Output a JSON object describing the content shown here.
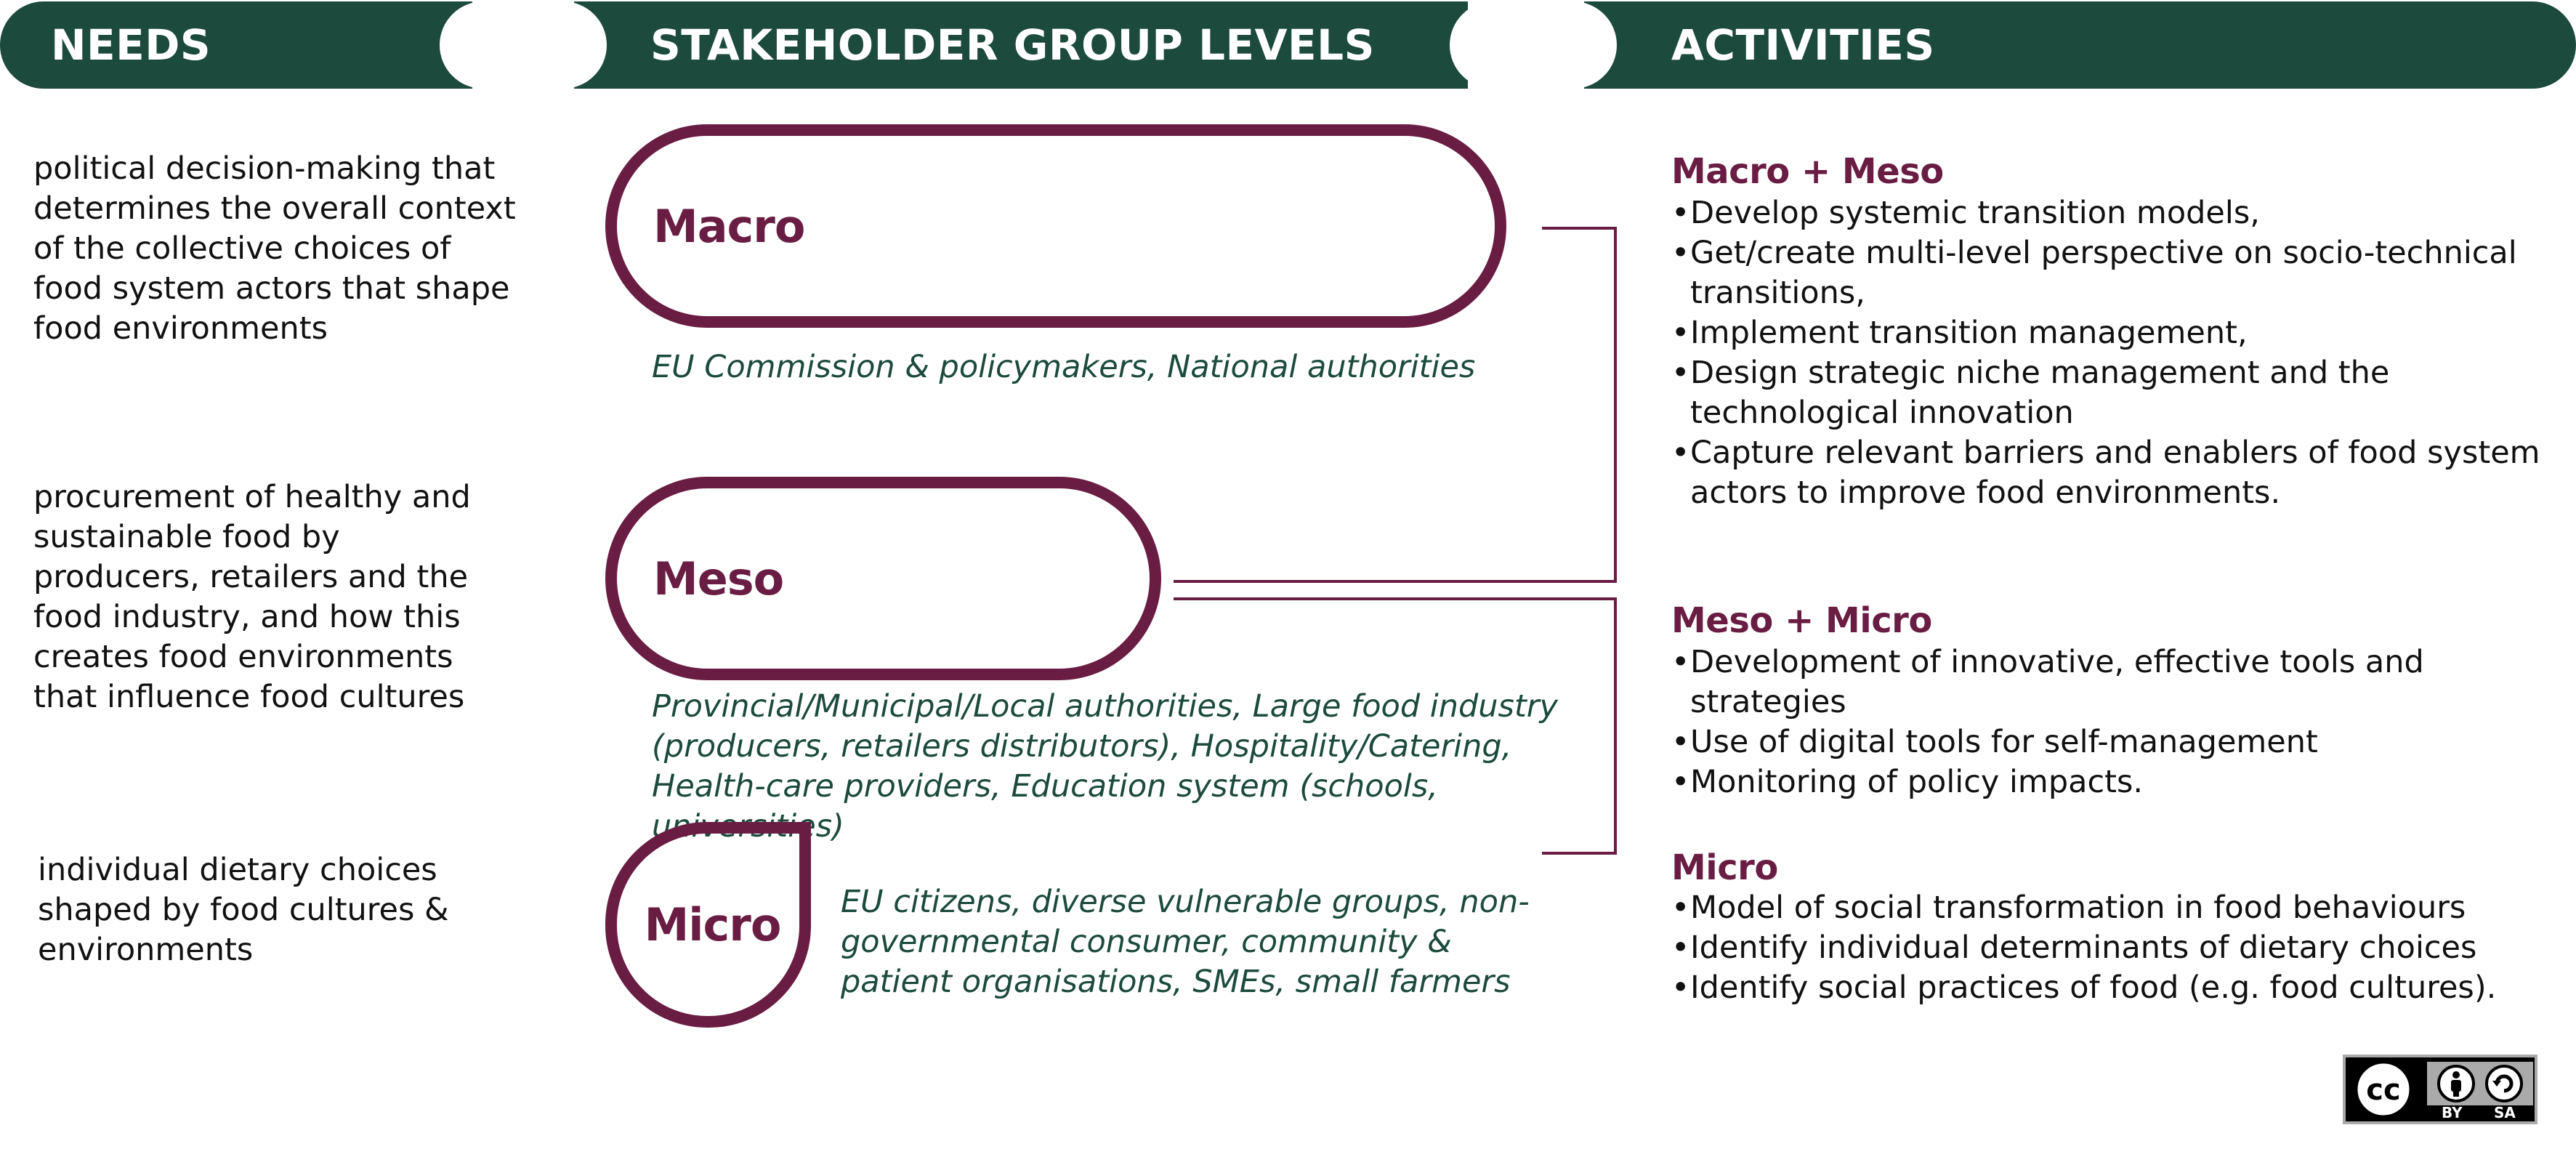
{
  "header": {
    "needs_title": "NEEDS",
    "levels_title": "STAKEHOLDER GROUP LEVELS",
    "activities_title": "ACTIVITIES"
  },
  "needs": [
    "political decision-making that determines the overall context of the collective choices of food system actors that shape food environments",
    "procurement of healthy and sustainable food by producers, retailers and the food industry, and how this creates food environments that influence food cultures",
    "individual dietary choices shaped by food cultures & environments"
  ],
  "levels": {
    "macro": {
      "label": "Macro",
      "stakeholders": "EU Commission & policymakers, National authorities"
    },
    "meso": {
      "label": "Meso",
      "stakeholders": "Provincial/Municipal/Local authorities, Large food industry (producers, retailers distributors), Hospitality/Catering, Health-care providers, Education system (schools, universities)"
    },
    "micro": {
      "label": "Micro",
      "stakeholders": "EU citizens, diverse vulnerable groups, non-governmental consumer, community & patient organisations, SMEs, small farmers"
    }
  },
  "activities": {
    "macro_meso": {
      "title": "Macro + Meso",
      "items": [
        "Develop systemic transition models,",
        "Get/create multi-level perspective on socio-technical transitions,",
        "Implement transition management,",
        "Design strategic niche management and the technological innovation",
        "Capture relevant barriers and enablers of food system actors to improve food environments."
      ]
    },
    "meso_micro": {
      "title": "Meso + Micro",
      "items": [
        "Development of innovative, effective tools and strategies",
        "Use of digital tools for self-management",
        "Monitoring of policy impacts."
      ]
    },
    "micro": {
      "title": "Micro",
      "items": [
        "Model of social transformation in food behaviours",
        "Identify individual determinants of dietary choices",
        "Identify social practices of food (e.g. food cultures)."
      ]
    }
  },
  "license": {
    "cc": "cc",
    "by": "BY",
    "sa": "SA"
  },
  "colors": {
    "green": "#1c4a3d",
    "maroon": "#6a1d42"
  }
}
